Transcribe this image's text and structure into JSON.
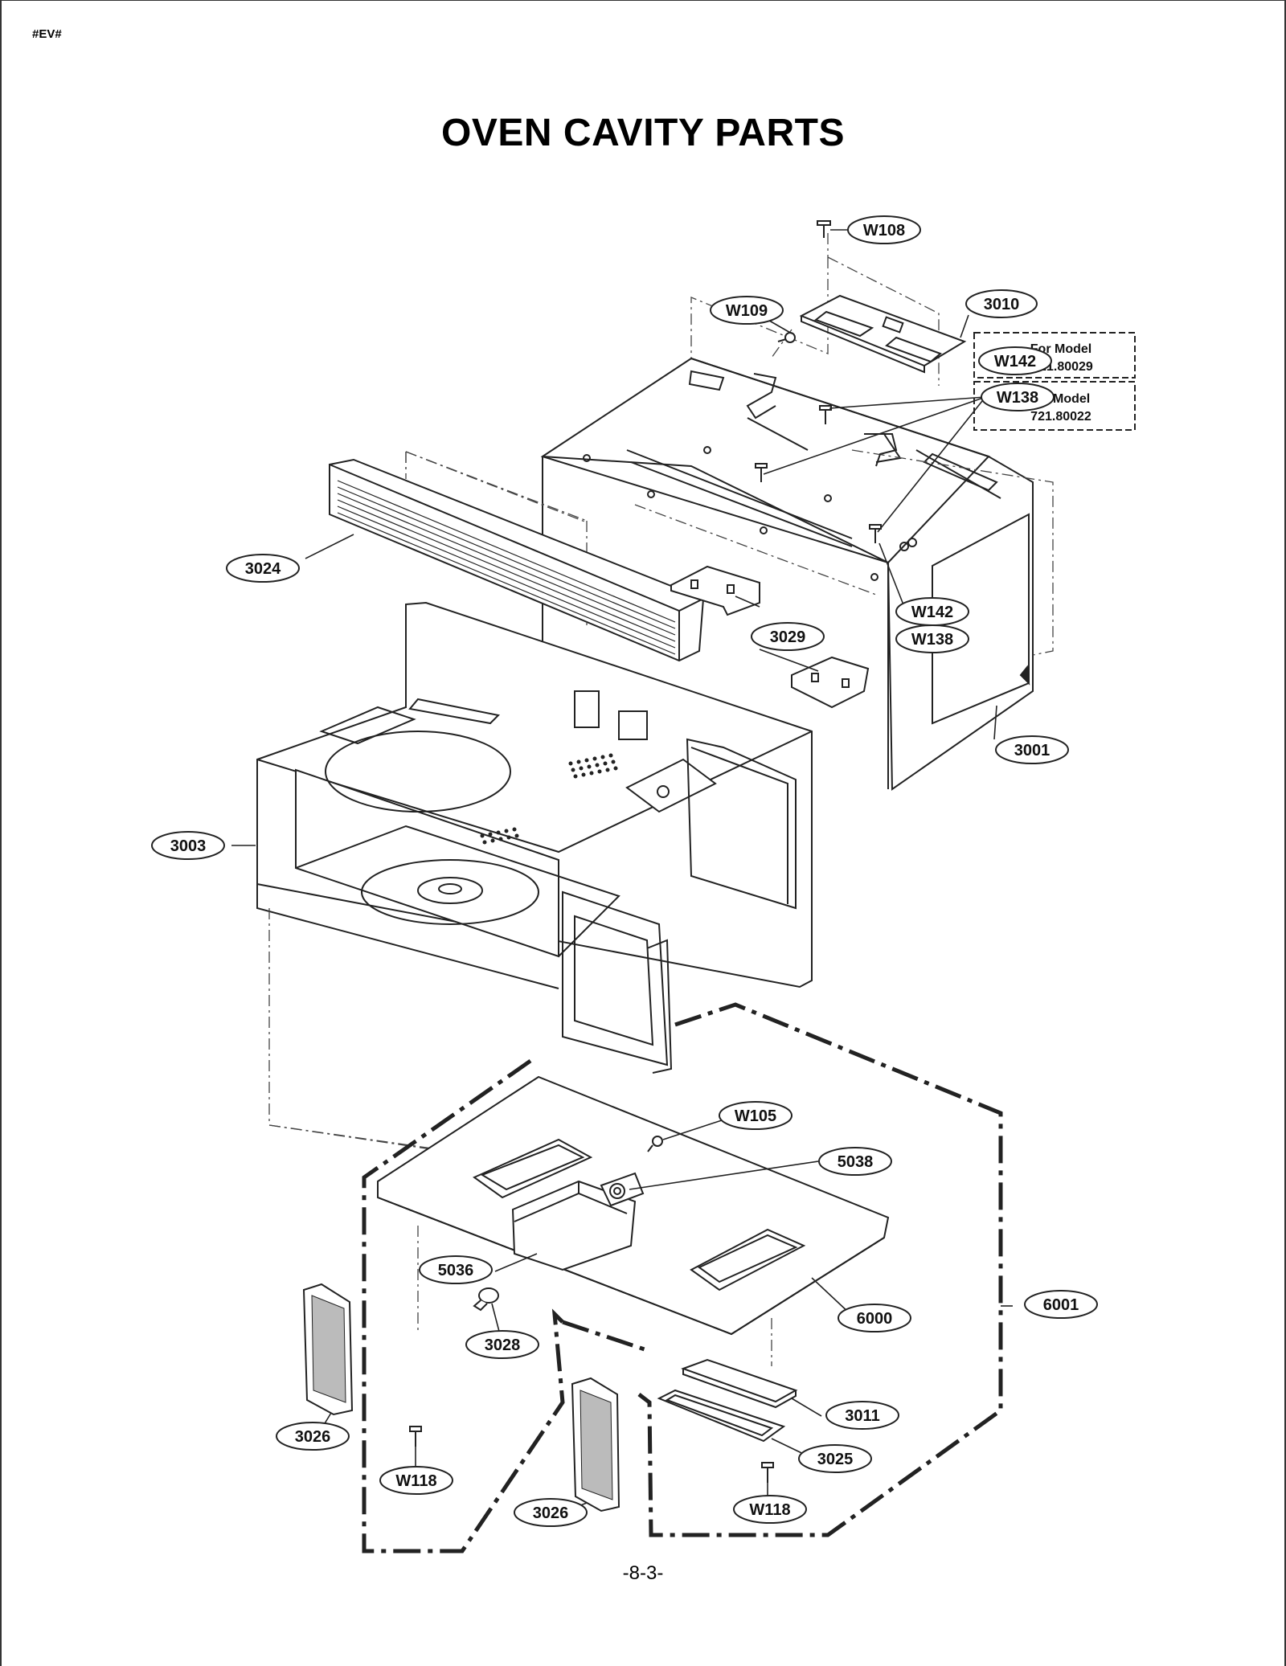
{
  "header": {
    "tag": "#EV#",
    "title": "OVEN CAVITY PARTS"
  },
  "callouts": {
    "w108": "W108",
    "w109": "W109",
    "p3010": "3010",
    "w142a": "W142",
    "w138a": "W138",
    "p3024": "3024",
    "w142b": "W142",
    "w138b": "W138",
    "p3029": "3029",
    "p3001": "3001",
    "p3003": "3003",
    "w105": "W105",
    "p5038": "5038",
    "p5036": "5036",
    "p6000": "6000",
    "p6001": "6001",
    "p3028": "3028",
    "p3026a": "3026",
    "p3011": "3011",
    "p3025": "3025",
    "w118a": "W118",
    "w118b": "W118",
    "p3026b": "3026"
  },
  "model_notes": {
    "note1_line1": "For Model",
    "note1_line2": "721.80029",
    "note2_line1": "For Model",
    "note2_line2": "721.80022"
  },
  "footer": {
    "page_number": "-8-3-"
  }
}
